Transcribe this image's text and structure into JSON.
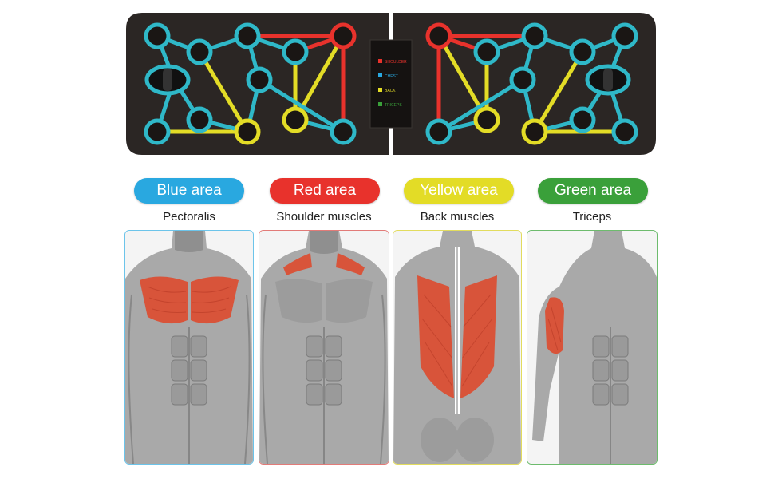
{
  "colors": {
    "blue": "#29a8e0",
    "red": "#e8322c",
    "yellow": "#e3dc26",
    "green": "#3aa03a",
    "board": "#2b2624",
    "muscle": "#d8543a"
  },
  "board": {
    "legend": [
      "SHOULDER",
      "CHEST",
      "BACK",
      "TRICEPS"
    ]
  },
  "areas": [
    {
      "label": "Blue area",
      "muscle": "Pectoralis",
      "color_key": "blue"
    },
    {
      "label": "Red area",
      "muscle": "Shoulder muscles",
      "color_key": "red"
    },
    {
      "label": "Yellow area",
      "muscle": "Back muscles",
      "color_key": "yellow"
    },
    {
      "label": "Green area",
      "muscle": "Triceps",
      "color_key": "green"
    }
  ]
}
